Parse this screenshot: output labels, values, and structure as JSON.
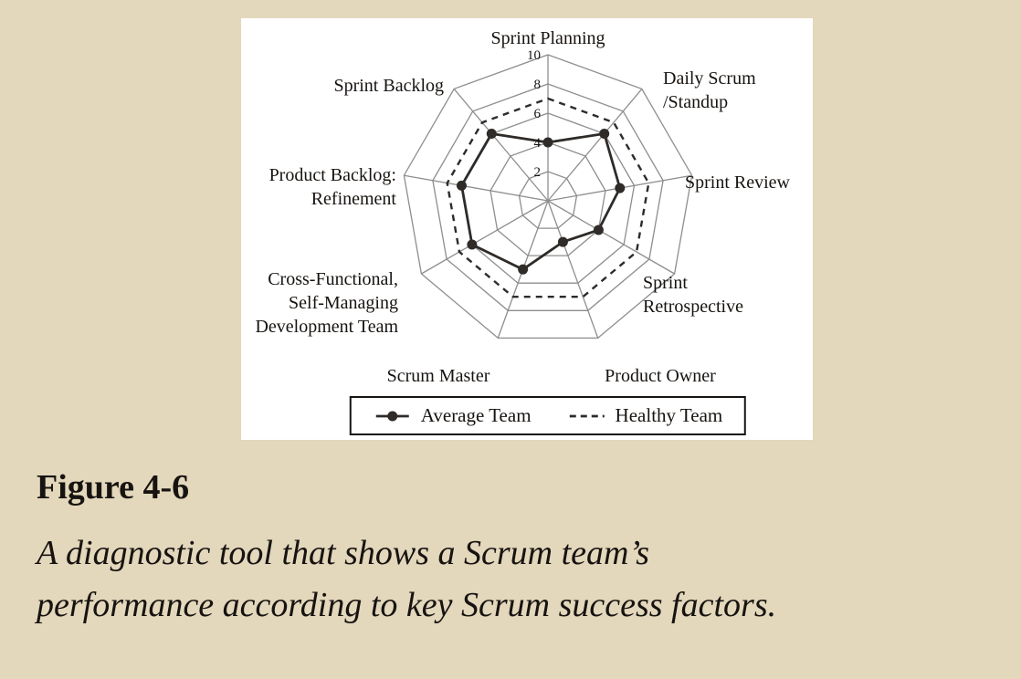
{
  "colors": {
    "page_background": "#e3d7bc",
    "panel_background": "#ffffff",
    "text": "#171310"
  },
  "figure": {
    "label": "Figure 4-6",
    "caption_lines": [
      "A diagnostic tool that shows a Scrum team’s",
      "performance according to key Scrum success factors."
    ]
  },
  "chart_data": {
    "type": "radar",
    "max": 10,
    "ticks": [
      2,
      4,
      6,
      8,
      10
    ],
    "grid": true,
    "legend_position": "bottom",
    "categories": [
      [
        "Sprint Planning"
      ],
      [
        "Daily Scrum",
        "/Standup"
      ],
      [
        "Sprint Review"
      ],
      [
        "Sprint",
        "Retrospective"
      ],
      [
        "Product Owner"
      ],
      [
        "Scrum Master"
      ],
      [
        "Cross-Functional,",
        "Self-Managing",
        "Development Team"
      ],
      [
        "Product Backlog:",
        "Refinement"
      ],
      [
        "Sprint Backlog"
      ]
    ],
    "series": [
      {
        "name": "Average Team",
        "style": "solid-dot",
        "values": [
          4,
          6,
          5,
          4,
          3,
          5,
          6,
          6,
          6
        ]
      },
      {
        "name": "Healthy Team",
        "style": "dashed",
        "values": [
          7,
          7,
          7,
          7,
          7,
          7,
          7,
          7,
          7
        ]
      }
    ],
    "colors": {
      "grid": "#8e8e8e",
      "series": "#2e2b28"
    }
  }
}
